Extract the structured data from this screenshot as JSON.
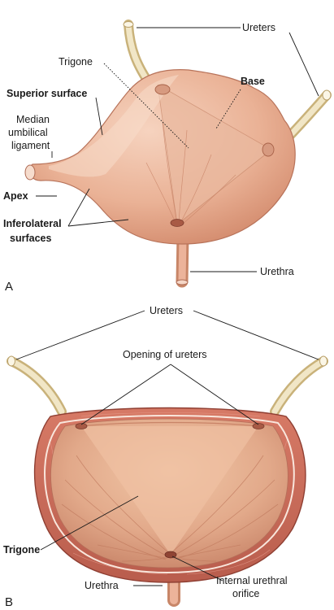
{
  "panel_a": {
    "panel_label": "A",
    "labels": {
      "ureters": "Ureters",
      "trigone": "Trigone",
      "base": "Base",
      "superior_surface": "Superior surface",
      "median_umbilical_1": "Median",
      "median_umbilical_2": "umbilical",
      "median_umbilical_3": "ligament",
      "apex": "Apex",
      "inferolateral_1": "Inferolateral",
      "inferolateral_2": "surfaces",
      "urethra": "Urethra"
    }
  },
  "panel_b": {
    "panel_label": "B",
    "labels": {
      "ureters": "Ureters",
      "opening_of_ureters": "Opening of ureters",
      "trigone": "Trigone",
      "urethra": "Urethra",
      "internal_urethral_1": "Internal urethral",
      "internal_urethral_2": "orifice"
    }
  },
  "colors": {
    "bladder_fill": "#e9a98c",
    "bladder_light": "#f3c7b0",
    "bladder_dark": "#c9785a",
    "ureter": "#efe1b4",
    "wall": "#c96a58"
  }
}
